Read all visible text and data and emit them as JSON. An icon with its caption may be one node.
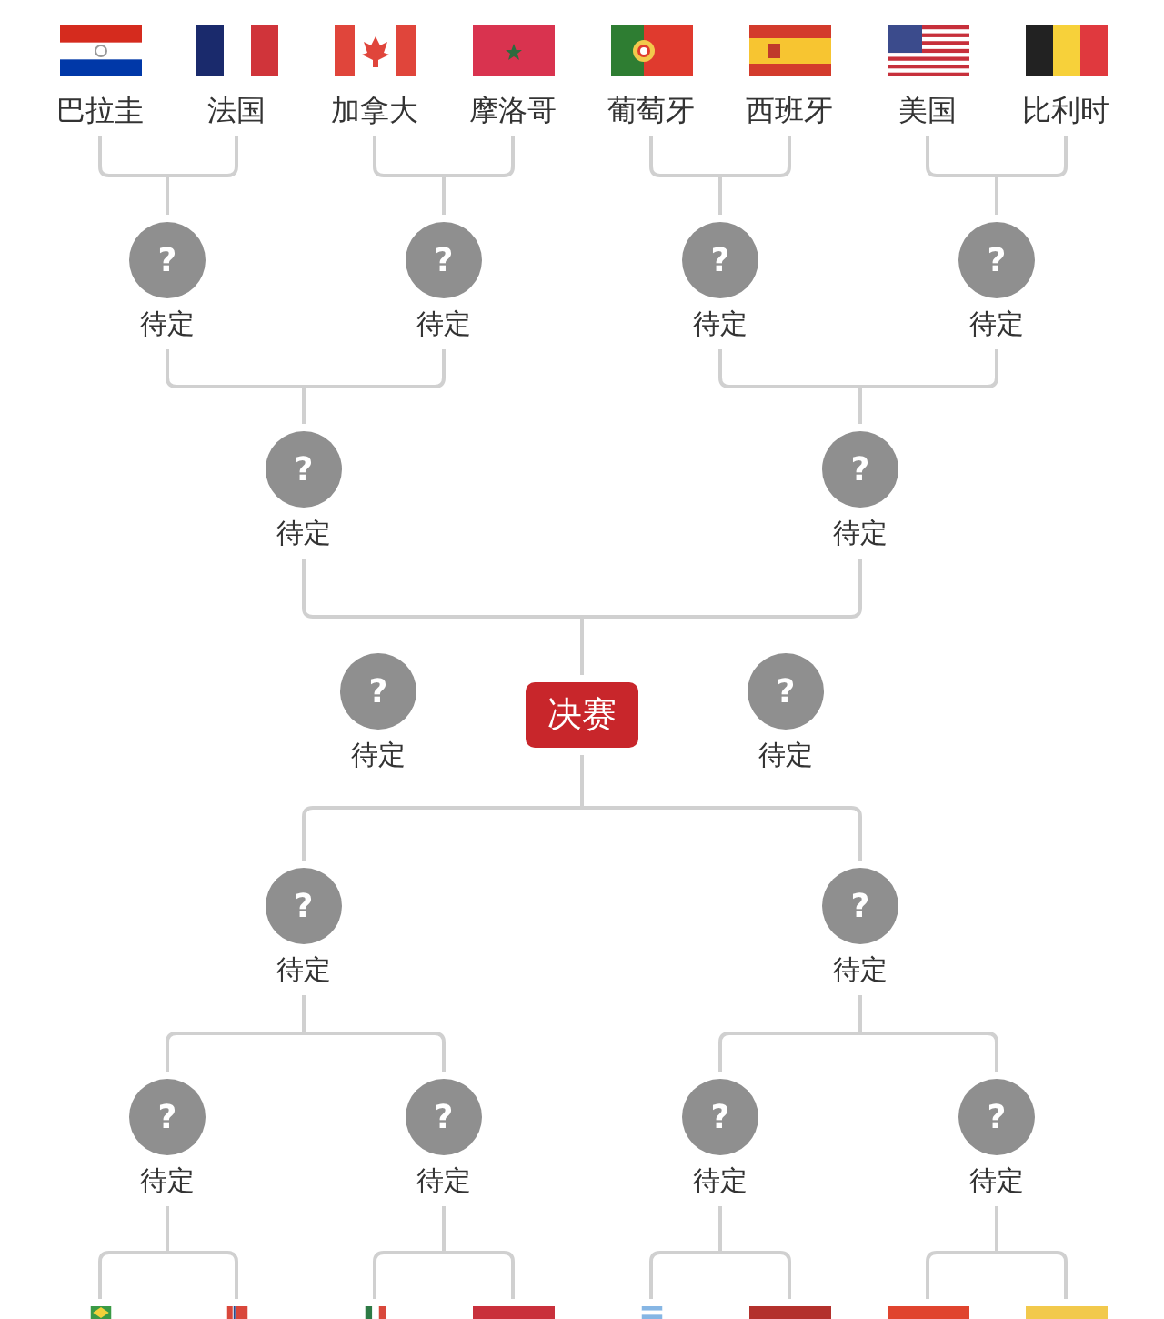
{
  "diagram": {
    "nodes": [
      {
        "text": [
          "巴拉圭"
        ]
      },
      {
        "text": [
          "法国"
        ]
      },
      {
        "text": [
          "加拿大"
        ]
      },
      {
        "text": [
          "摩洛哥"
        ]
      },
      {
        "text": [
          "葡萄牙"
        ]
      },
      {
        "text": [
          "西班牙"
        ]
      },
      {
        "text": [
          "美国"
        ]
      },
      {
        "text": [
          "比利时"
        ]
      },
      {
        "text": [
          "?",
          "待定"
        ]
      },
      {
        "text": [
          "?",
          "待定"
        ]
      },
      {
        "text": [
          "?",
          "待定"
        ]
      },
      {
        "text": [
          "?",
          "待定"
        ]
      },
      {
        "text": [
          "?",
          "待定"
        ]
      },
      {
        "text": [
          "?",
          "待定"
        ]
      },
      {
        "text": [
          "?",
          "待定"
        ]
      },
      {
        "text": [
          "决赛"
        ]
      },
      {
        "text": [
          "?",
          "待定"
        ]
      },
      {
        "text": [
          "?",
          "待定"
        ]
      },
      {
        "text": [
          "?",
          "待定"
        ]
      },
      {
        "text": [
          "?",
          "待定"
        ]
      },
      {
        "text": [
          "?",
          "待定"
        ]
      },
      {
        "text": [
          "?",
          "待定"
        ]
      },
      {
        "text": [
          "?",
          "待定"
        ]
      },
      {
        "text": [],
        "shape": "picture"
      },
      {
        "text": [],
        "shape": "picture"
      },
      {
        "text": [],
        "shape": "picture"
      },
      {
        "text": [],
        "shape": "box"
      },
      {
        "text": [],
        "shape": "picture"
      },
      {
        "text": [],
        "shape": "box"
      },
      {
        "text": [],
        "shape": "box"
      },
      {
        "text": [],
        "shape": "box"
      }
    ],
    "edges": [
      {
        "from": 0,
        "to": 8,
        "arrow": "none"
      },
      {
        "from": 1,
        "to": 8,
        "arrow": "none"
      },
      {
        "from": 2,
        "to": 9,
        "arrow": "none"
      },
      {
        "from": 3,
        "to": 9,
        "arrow": "none"
      },
      {
        "from": 4,
        "to": 10,
        "arrow": "none"
      },
      {
        "from": 5,
        "to": 10,
        "arrow": "none"
      },
      {
        "from": 6,
        "to": 11,
        "arrow": "none"
      },
      {
        "from": 7,
        "to": 11,
        "arrow": "none"
      },
      {
        "from": 8,
        "to": 12,
        "arrow": "none"
      },
      {
        "from": 9,
        "to": 12,
        "arrow": "none"
      },
      {
        "from": 10,
        "to": 13,
        "arrow": "none"
      },
      {
        "from": 11,
        "to": 13,
        "arrow": "none"
      },
      {
        "from": 12,
        "to": 15,
        "arrow": "none"
      },
      {
        "from": 13,
        "to": 15,
        "arrow": "none"
      },
      {
        "from": 17,
        "to": 15,
        "arrow": "none"
      },
      {
        "from": 18,
        "to": 15,
        "arrow": "none"
      },
      {
        "from": 19,
        "to": 17,
        "arrow": "none"
      },
      {
        "from": 20,
        "to": 17,
        "arrow": "none"
      },
      {
        "from": 21,
        "to": 18,
        "arrow": "none"
      },
      {
        "from": 22,
        "to": 18,
        "arrow": "none"
      },
      {
        "from": 23,
        "to": 19,
        "arrow": "none"
      },
      {
        "from": 24,
        "to": 19,
        "arrow": "none"
      },
      {
        "from": 25,
        "to": 20,
        "arrow": "none"
      },
      {
        "from": 26,
        "to": 20,
        "arrow": "none"
      },
      {
        "from": 27,
        "to": 21,
        "arrow": "none"
      },
      {
        "from": 28,
        "to": 21,
        "arrow": "none"
      },
      {
        "from": 29,
        "to": 22,
        "arrow": "none"
      },
      {
        "from": 30,
        "to": 22,
        "arrow": "none"
      }
    ]
  }
}
